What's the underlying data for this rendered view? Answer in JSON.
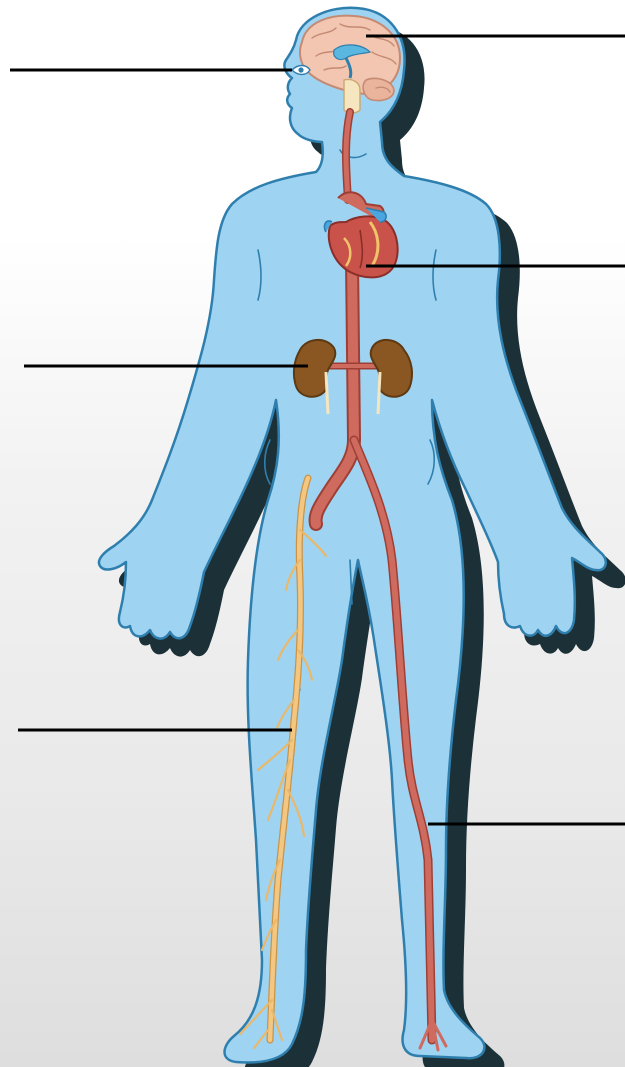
{
  "diagram": {
    "labels": [],
    "colors": {
      "body": "#9fd3f2",
      "body_outline": "#2f7fae",
      "shadow": "#1c3038",
      "artery": "#cf6a5e",
      "artery_outline": "#9e3f36",
      "nerve": "#f3c782",
      "nerve_outline": "#c99448",
      "brain": "#f2c6b0",
      "brain_outline": "#c48a74",
      "kidney": "#8a5622",
      "heart": "#c9524a",
      "leader_line": "#000000"
    },
    "organs": [
      {
        "name": "brain"
      },
      {
        "name": "eye"
      },
      {
        "name": "heart"
      },
      {
        "name": "kidney-left"
      },
      {
        "name": "kidney-right"
      },
      {
        "name": "aorta"
      },
      {
        "name": "sciatic-nerve"
      },
      {
        "name": "leg-artery"
      }
    ],
    "leader_lines": [
      {
        "name": "leader-line-brain",
        "side": "right"
      },
      {
        "name": "leader-line-eye",
        "side": "left"
      },
      {
        "name": "leader-line-heart",
        "side": "right"
      },
      {
        "name": "leader-line-kidney",
        "side": "left"
      },
      {
        "name": "leader-line-nerve",
        "side": "left"
      },
      {
        "name": "leader-line-artery",
        "side": "right"
      }
    ]
  }
}
